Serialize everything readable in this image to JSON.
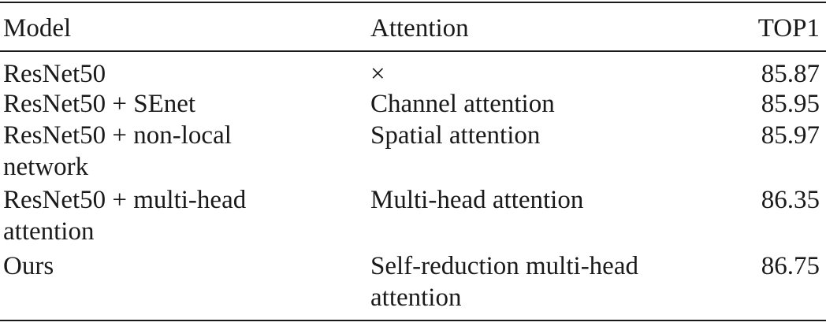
{
  "table": {
    "headers": {
      "model": "Model",
      "attention": "Attention",
      "top1": "TOP1"
    },
    "rows": [
      {
        "model": [
          "ResNet50"
        ],
        "attention": [
          "×"
        ],
        "top1": "85.87"
      },
      {
        "model": [
          "ResNet50 + SEnet"
        ],
        "attention": [
          "Channel attention"
        ],
        "top1": "85.95"
      },
      {
        "model": [
          "ResNet50 + non-local",
          "network"
        ],
        "attention": [
          "Spatial attention"
        ],
        "top1": "85.97"
      },
      {
        "model": [
          "ResNet50 + multi-head",
          "attention"
        ],
        "attention": [
          "Multi-head attention"
        ],
        "top1": "86.35"
      },
      {
        "model": [
          "Ours"
        ],
        "attention": [
          "Self-reduction multi-head",
          "attention"
        ],
        "top1": "86.75"
      }
    ]
  }
}
